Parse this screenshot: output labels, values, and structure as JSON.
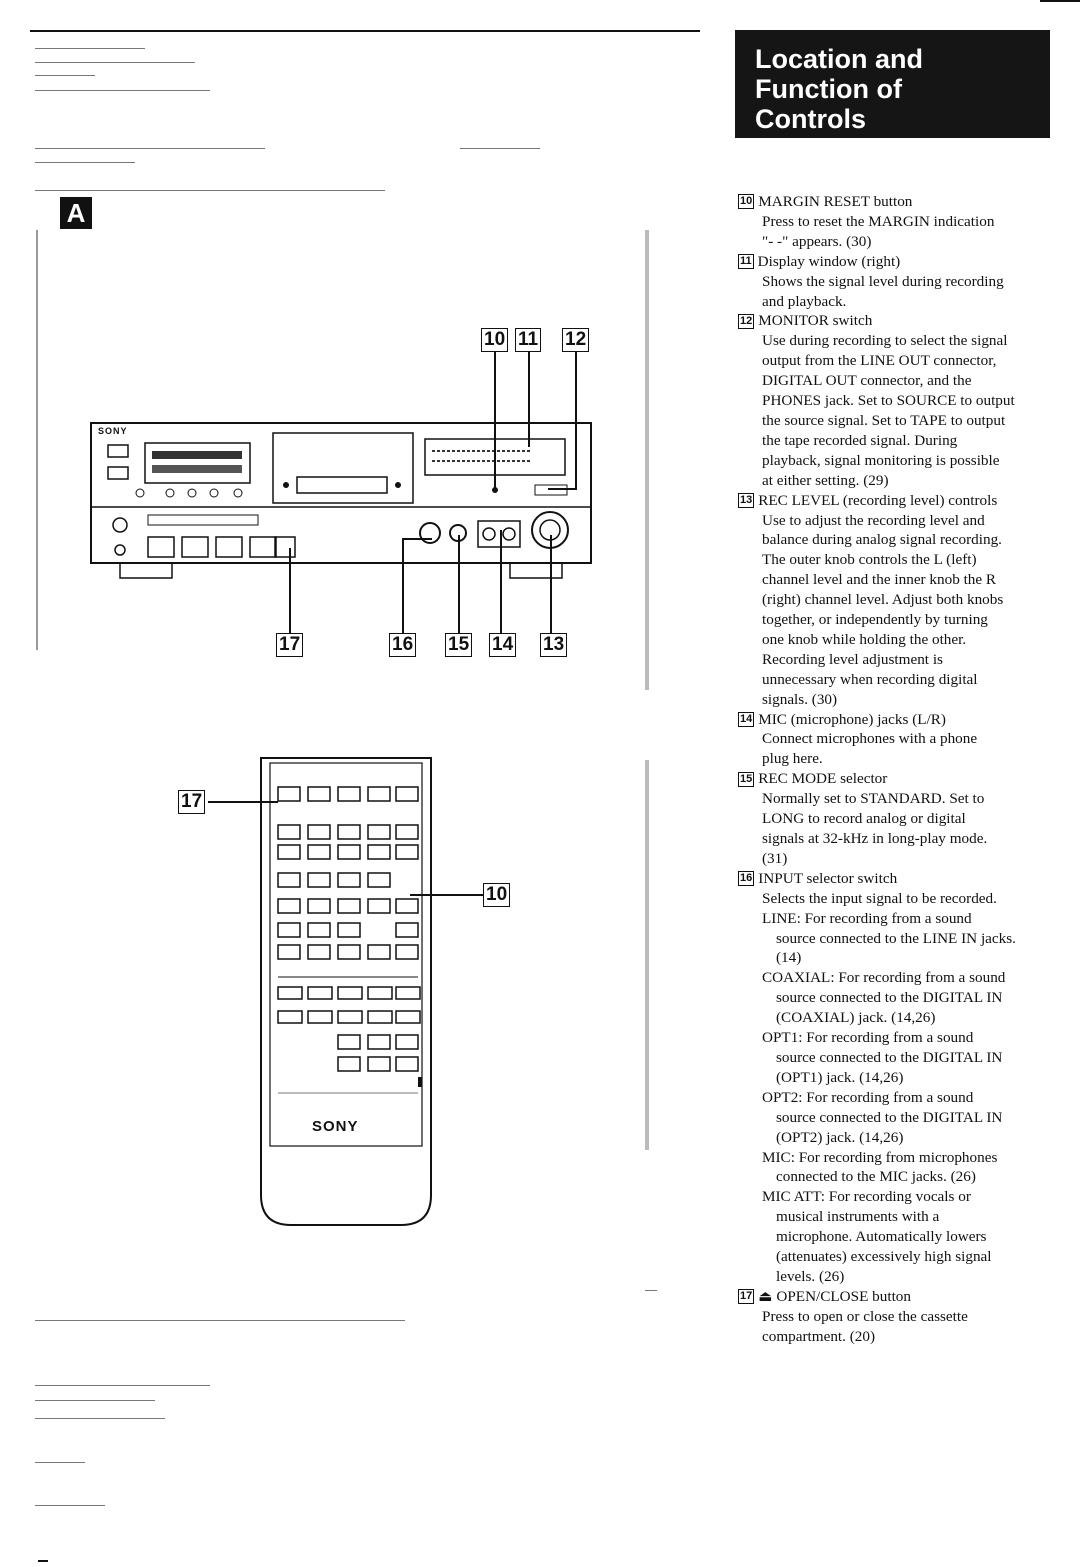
{
  "header": {
    "title_lines": [
      "Location and",
      "Function of",
      "Controls"
    ]
  },
  "figure": {
    "section_label": "A",
    "deck_brand": "SONY",
    "remote_brand": "SONY"
  },
  "callouts": {
    "c10": "10",
    "c11": "11",
    "c12": "12",
    "c13": "13",
    "c14": "14",
    "c15": "15",
    "c16": "16",
    "c17": "17",
    "r17": "17",
    "r10": "10"
  },
  "items": [
    {
      "num": "10",
      "title": "MARGIN RESET button",
      "lines": [
        "Press to reset the MARGIN indication",
        "\"- -\" appears. (30)"
      ]
    },
    {
      "num": "11",
      "title": "Display window (right)",
      "lines": [
        "Shows the signal level during recording",
        "and playback."
      ]
    },
    {
      "num": "12",
      "title": "MONITOR switch",
      "lines": [
        "Use during recording to select the signal",
        "output from the LINE OUT connector,",
        "DIGITAL OUT connector, and the",
        "PHONES jack. Set to SOURCE to output",
        "the source signal. Set to TAPE to output",
        "the tape recorded signal. During",
        "playback, signal monitoring is possible",
        "at either setting. (29)"
      ]
    },
    {
      "num": "13",
      "title": "REC LEVEL (recording level) controls",
      "lines": [
        "Use to adjust the recording level and",
        "balance during analog signal recording.",
        "The outer knob controls the L (left)",
        "channel level and the inner knob the R",
        "(right) channel level. Adjust both knobs",
        "together, or independently by turning",
        "one knob while holding the other.",
        "Recording level adjustment is",
        "unnecessary when recording digital",
        "signals. (30)"
      ]
    },
    {
      "num": "14",
      "title": "MIC (microphone) jacks (L/R)",
      "lines": [
        "Connect microphones with a phone",
        "plug here."
      ]
    },
    {
      "num": "15",
      "title": "REC MODE selector",
      "lines": [
        "Normally set to STANDARD. Set to",
        "LONG to record analog or digital",
        "signals at 32-kHz in long-play mode.",
        "(31)"
      ]
    },
    {
      "num": "16",
      "title": "INPUT selector switch",
      "lines": [
        "Selects the input signal to be recorded."
      ]
    },
    {
      "num": "17",
      "title": "⏏ OPEN/CLOSE button",
      "lines": [
        "Press to open or close the cassette",
        "compartment. (20)"
      ]
    }
  ],
  "input_options": [
    {
      "first": "LINE: For recording from a sound",
      "rest": [
        "source connected to the LINE IN jacks.",
        "(14)"
      ]
    },
    {
      "first": "COAXIAL: For recording from a sound",
      "rest": [
        "source connected to the DIGITAL IN",
        "(COAXIAL) jack. (14,26)"
      ]
    },
    {
      "first": "OPT1: For recording from a sound",
      "rest": [
        "source connected to the DIGITAL IN",
        "(OPT1) jack. (14,26)"
      ]
    },
    {
      "first": "OPT2: For recording from a sound",
      "rest": [
        "source connected to the DIGITAL IN",
        "(OPT2) jack. (14,26)"
      ]
    },
    {
      "first": "MIC: For recording from microphones",
      "rest": [
        "connected to the MIC jacks. (26)"
      ]
    },
    {
      "first": "MIC ATT: For recording vocals or",
      "rest": [
        "musical instruments with a",
        "microphone. Automatically lowers",
        "(attenuates) excessively high signal",
        "levels. (26)"
      ]
    }
  ]
}
